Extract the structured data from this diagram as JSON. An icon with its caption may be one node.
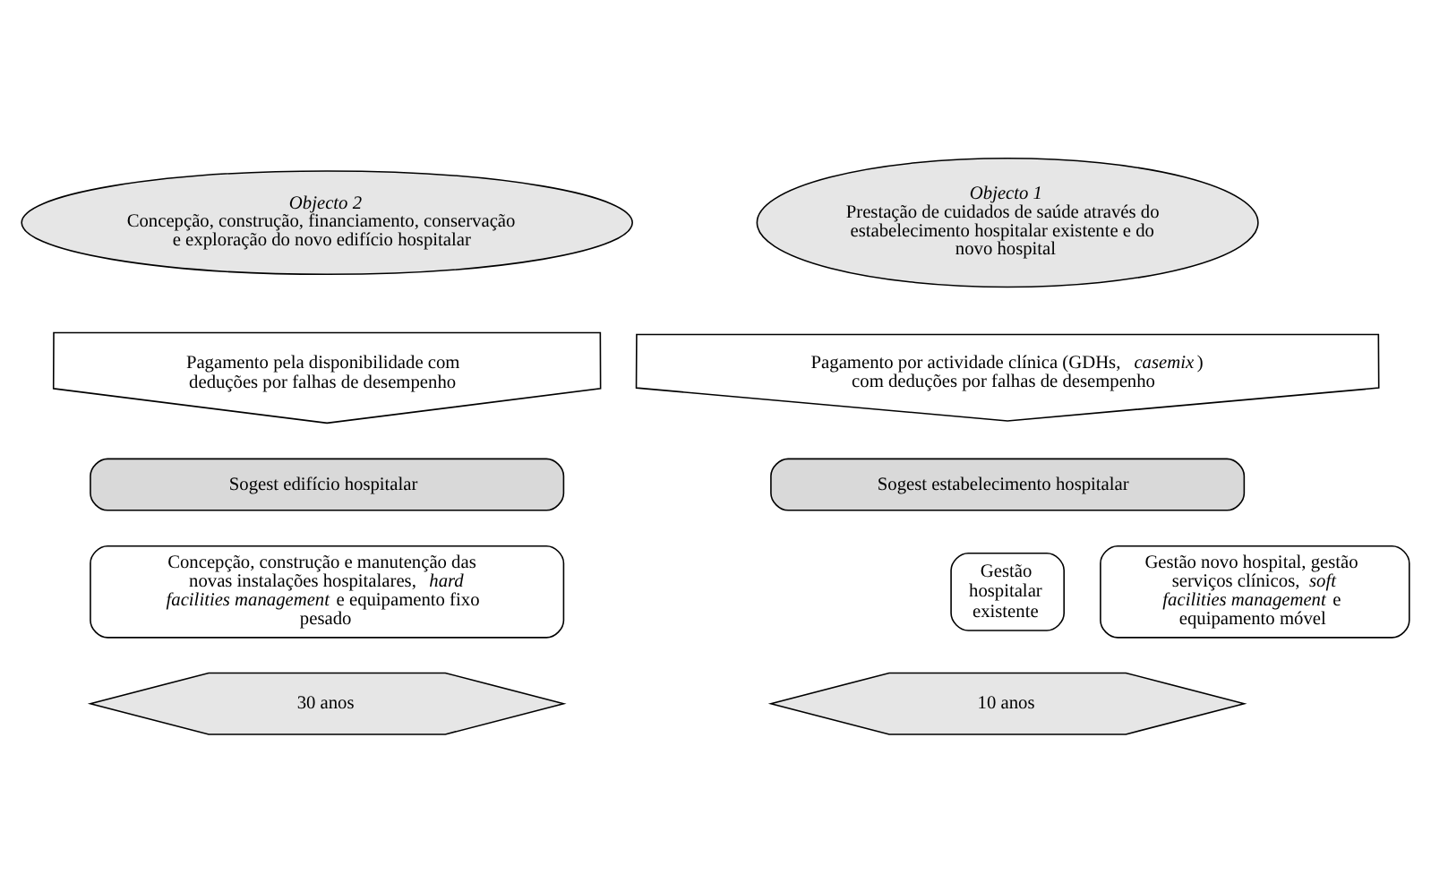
{
  "diagram": {
    "nodes": [
      {
        "text": [
          "Objecto 2",
          "Concepção, construção, financiamento, conservação e exploração do novo edifício hospitalar"
        ]
      },
      {
        "text": [
          "Objecto 1",
          "Prestação de cuidados de saúde através do estabelecimento hospitalar existente e do novo hospital"
        ]
      },
      {
        "text": [
          "Pagamento pela disponibilidade com deduções por falhas de desempenho"
        ]
      },
      {
        "text": [
          "Pagamento por actividade clínica (GDHs, *casemix*) com deduções por falhas de desempenho"
        ]
      },
      {
        "text": [
          "Sogest edifício hospitalar"
        ]
      },
      {
        "text": [
          "Sogest estabelecimento hospitalar"
        ]
      },
      {
        "text": [
          "Concepção, construção e manutenção das novas instalações hospitalares, *hard facilities management* e equipamento fixo pesado"
        ]
      },
      {
        "text": [
          "Gestão hospitalar existente"
        ]
      },
      {
        "text": [
          "Gestão novo hospital, gestão serviços clínicos, *soft facilities management* e equipamento móvel"
        ]
      },
      {
        "text": [
          "30 anos"
        ]
      },
      {
        "text": [
          "10 anos"
        ]
      }
    ],
    "edges": []
  }
}
